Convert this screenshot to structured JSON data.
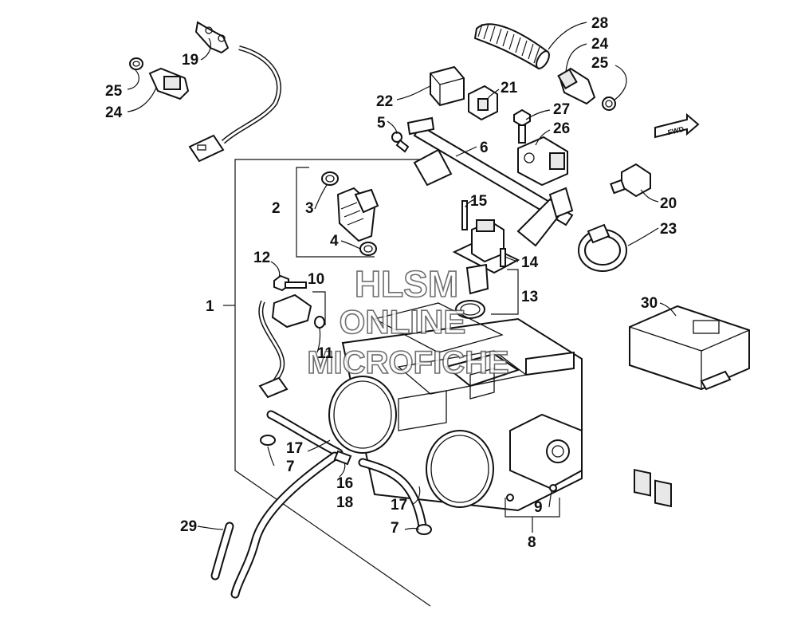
{
  "watermark": {
    "line1": "HLSM",
    "line2": "ONLINE",
    "line3": "MICROFICHE"
  },
  "fwd_tag": "FWD",
  "callouts": [
    {
      "id": "1",
      "text": "1"
    },
    {
      "id": "2",
      "text": "2"
    },
    {
      "id": "3",
      "text": "3"
    },
    {
      "id": "4",
      "text": "4"
    },
    {
      "id": "5",
      "text": "5"
    },
    {
      "id": "6",
      "text": "6"
    },
    {
      "id": "7a",
      "text": "7"
    },
    {
      "id": "7b",
      "text": "7"
    },
    {
      "id": "8",
      "text": "8"
    },
    {
      "id": "9",
      "text": "9"
    },
    {
      "id": "10",
      "text": "10"
    },
    {
      "id": "11",
      "text": "11"
    },
    {
      "id": "12",
      "text": "12"
    },
    {
      "id": "13",
      "text": "13"
    },
    {
      "id": "14",
      "text": "14"
    },
    {
      "id": "15",
      "text": "15"
    },
    {
      "id": "16",
      "text": "16"
    },
    {
      "id": "17a",
      "text": "17"
    },
    {
      "id": "17b",
      "text": "17"
    },
    {
      "id": "18",
      "text": "18"
    },
    {
      "id": "19",
      "text": "19"
    },
    {
      "id": "20",
      "text": "20"
    },
    {
      "id": "21",
      "text": "21"
    },
    {
      "id": "22",
      "text": "22"
    },
    {
      "id": "23",
      "text": "23"
    },
    {
      "id": "24a",
      "text": "24"
    },
    {
      "id": "24b",
      "text": "24"
    },
    {
      "id": "25a",
      "text": "25"
    },
    {
      "id": "25b",
      "text": "25"
    },
    {
      "id": "26",
      "text": "26"
    },
    {
      "id": "27",
      "text": "27"
    },
    {
      "id": "28",
      "text": "28"
    },
    {
      "id": "29",
      "text": "29"
    },
    {
      "id": "30",
      "text": "30"
    }
  ]
}
